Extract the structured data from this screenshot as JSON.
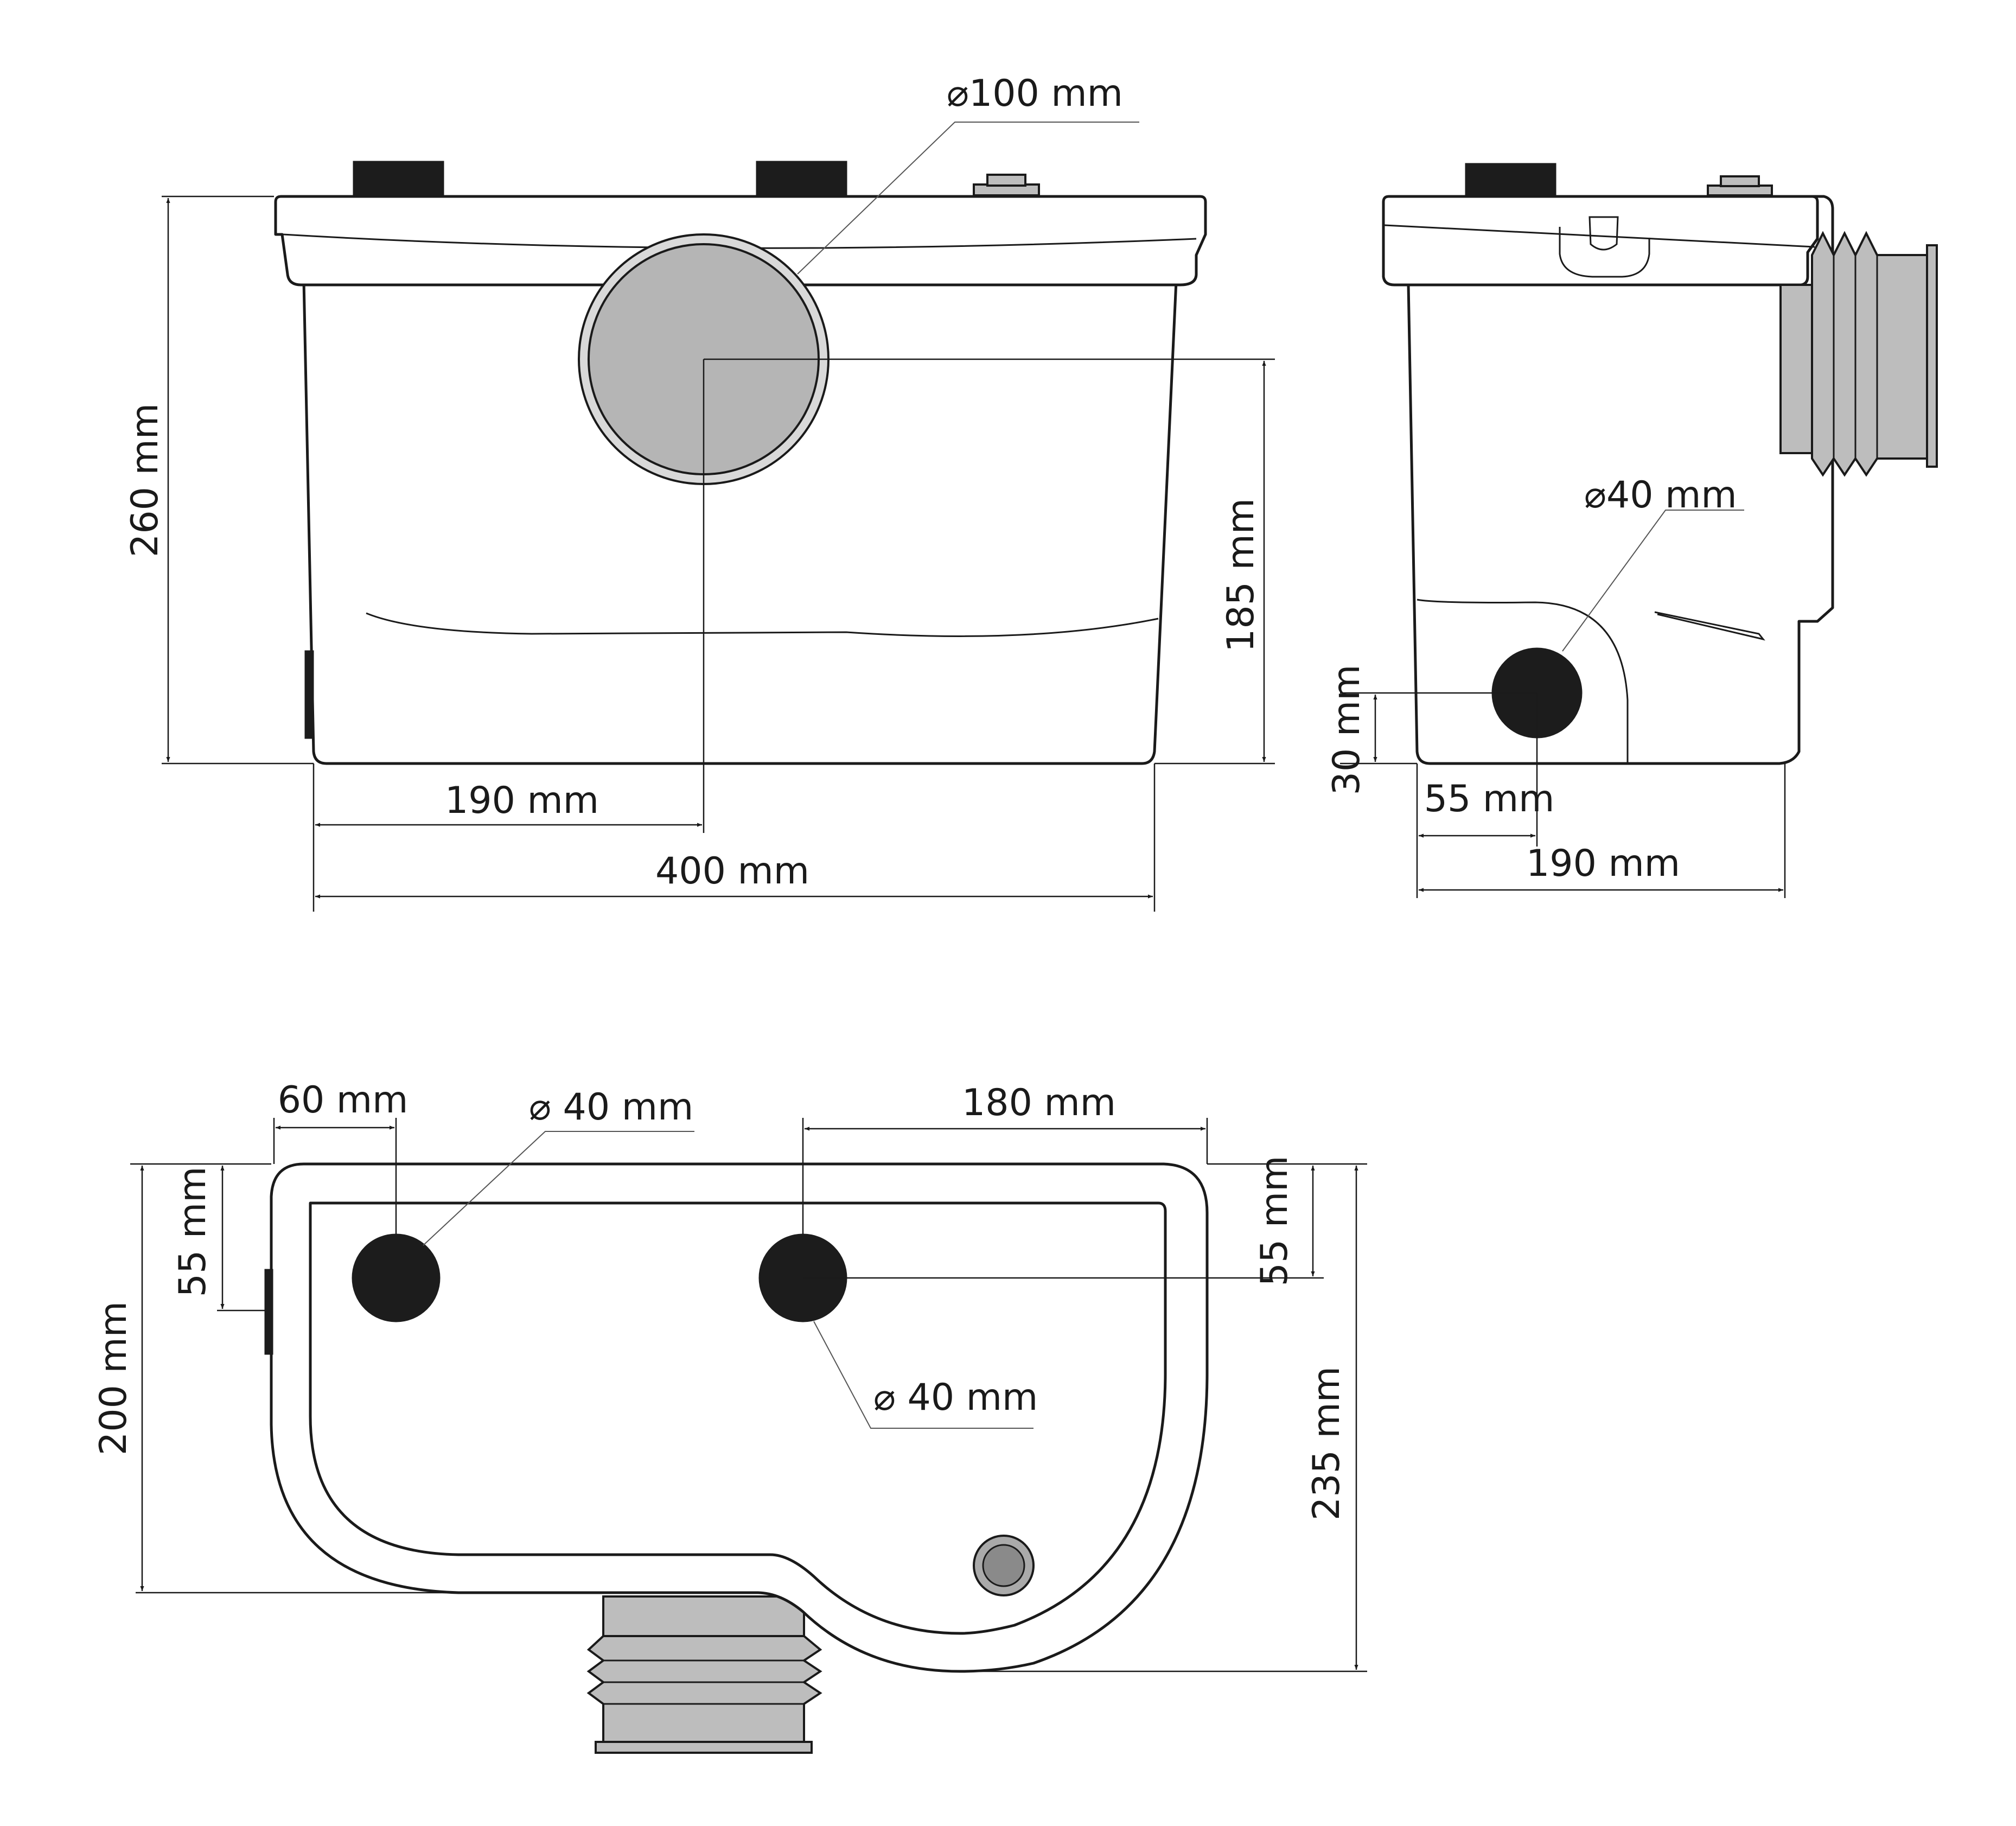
{
  "colors": {
    "outline": "#1a1a1a",
    "port_dark": "#1c1c1c",
    "pipe_grey": "#bdbdbd",
    "background": "#ffffff"
  },
  "front_view": {
    "height": "260 mm",
    "width": "400 mm",
    "outlet_offset": "190 mm",
    "outlet_height": "185 mm",
    "outlet_diameter": "⌀100 mm"
  },
  "side_view": {
    "inlet_diameter": "⌀40 mm",
    "inlet_height": "30 mm",
    "inlet_offset": "55 mm",
    "depth": "190 mm"
  },
  "top_view": {
    "left_offset": "60 mm",
    "port1_diameter": "⌀ 40 mm",
    "right_spacing": "180 mm",
    "port2_diameter": "⌀ 40 mm",
    "left_depth": "55 mm",
    "right_depth": "55 mm",
    "depth_main": "200 mm",
    "depth_total": "235 mm"
  }
}
